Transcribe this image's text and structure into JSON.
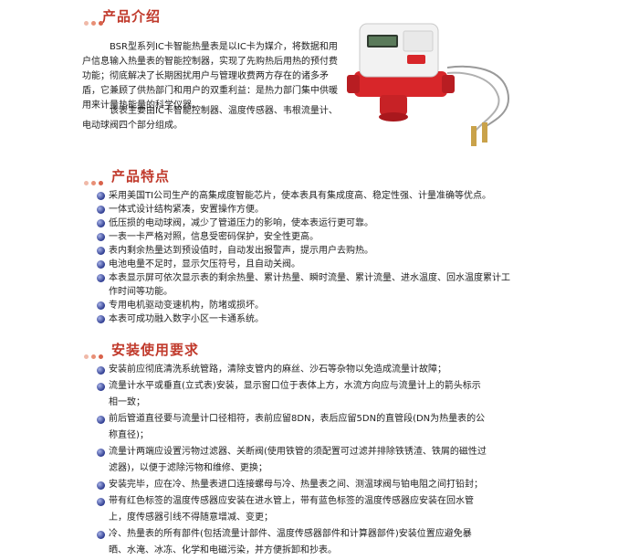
{
  "intro": {
    "heading": "产品介绍",
    "para1": "BSR型系列IC卡智能热量表是以IC卡为媒介，将数据和用户信息输入热量表的智能控制器，实现了先购热后用热的预付费功能；彻底解决了长期困扰用户与管理收费两方存在的诸多矛盾，它兼顾了供热部门和用户的双重利益：是热力部门集中供暖用来计量热能量的科学仪器。",
    "para2": "该表主要由IC卡智能控制器、温度传感器、韦根流量计、电动球阀四个部分组成。"
  },
  "features": {
    "heading": "产品特点",
    "items": [
      "采用美国TI公司生产的高集成度智能芯片，使本表具有集成度高、稳定性强、计量准确等优点。",
      "一体式设计结构紧凑，安置操作方便。",
      "低压损的电动球阀，减少了管道压力的影响，使本表运行更可靠。",
      "一表一卡严格对照，信息受密码保护，安全性更高。",
      "表内剩余热量达到预设值时，自动发出报警声，提示用户去购热。",
      "电池电量不足时，显示欠压符号，且自动关阀。",
      "本表显示屏可依次显示表的剩余热量、累计热量、瞬时流量、累计流量、进水温度、回水温度累计工作时间等功能。",
      "专用电机驱动变速机构，防堵或损坏。",
      "本表可成功融入数字小区一卡通系统。"
    ]
  },
  "install": {
    "heading": "安装使用要求",
    "items": [
      "安装前应彻底清洗系统管路，清除支管内的麻丝、沙石等杂物以免造成流量计故障；",
      "流量计水平或垂直(立式表)安装，显示窗口位于表体上方，水流方向应与流量计上的箭头标示相一致；",
      "前后管道直径要与流量计口径相符，表前应留8DN，表后应留5DN的直管段(DN为热量表的公称直径)；",
      "流量计两端应设置污物过滤器、关断阀(使用铁管的须配置可过滤并排除铁锈渣、铁屑的磁性过滤器)，以便于滤除污物和维修、更换；",
      "安装完毕，应在冷、热量表进口连接螺母与冷、热量表之间、测温球阀与铂电阻之间打铅封；",
      "带有红色标签的温度传感器应安装在进水管上，带有蓝色标签的温度传感器应安装在回水管上，度传感器引线不得随意增减、变更；",
      "冷、热量表的所有部件(包括流量计部件、温度传感器部件和计算器部件)安装位置应避免暴晒、水淹、冰冻、化学和电磁污染，并方便拆卸和抄表。"
    ]
  },
  "colors": {
    "heading": "#c0392b",
    "bullet": "#2c3a8f",
    "meter_body": "#d8262a"
  },
  "product_image": {
    "icon": "heat-meter-icon"
  }
}
